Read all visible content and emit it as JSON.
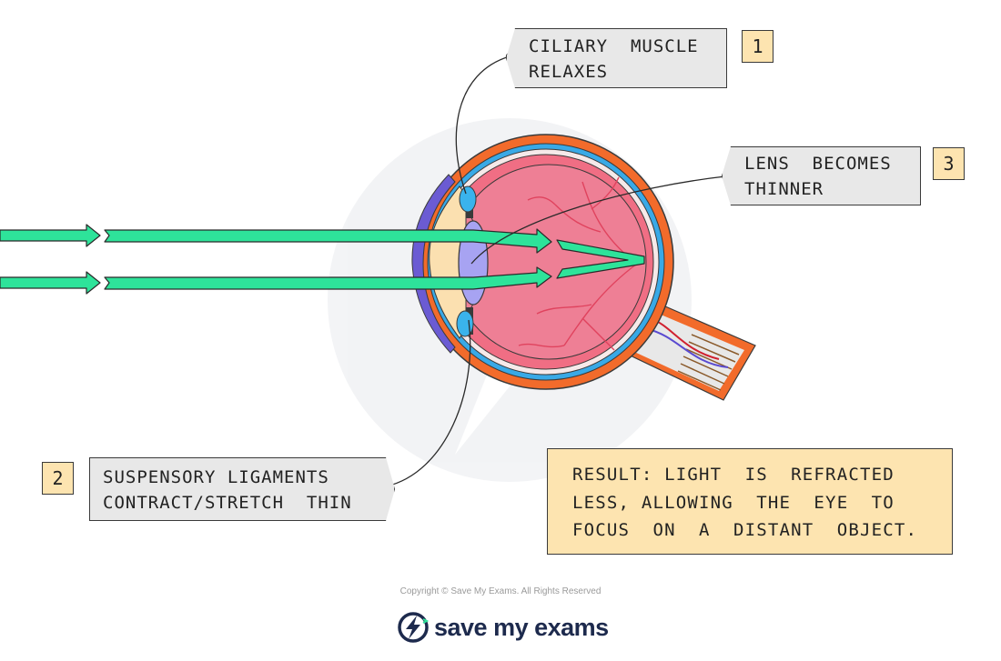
{
  "labels": {
    "ciliary": {
      "lines": [
        "CILIARY  MUSCLE",
        "RELAXES"
      ],
      "number": "1"
    },
    "suspensory": {
      "lines": [
        "SUSPENSORY LIGAMENTS",
        "CONTRACT/STRETCH  THIN"
      ],
      "number": "2"
    },
    "lens": {
      "lines": [
        "LENS  BECOMES",
        "THINNER"
      ],
      "number": "3"
    }
  },
  "result": {
    "lines": [
      "RESULT: LIGHT  IS  REFRACTED",
      "LESS, ALLOWING  THE  EYE  TO",
      "FOCUS  ON  A  DISTANT  OBJECT."
    ]
  },
  "footer": {
    "copyright": "Copyright © Save My Exams. All Rights Reserved",
    "logo": "save my exams",
    "logo_icon": "lightning-bolt-icon"
  },
  "colors": {
    "ray": "#2ee39a",
    "sclera": "#f26b2b",
    "choroid": "#39a9e6",
    "retina": "#f06e84",
    "vitreous": "#ee7f95",
    "lens": "#a7a3f2",
    "ciliary": "#3ab3ec",
    "cornea": "#6b5bd3",
    "aqueous": "#fbe0b0",
    "label_bg": "#e8e8e8",
    "number_bg": "#fde4b0"
  }
}
